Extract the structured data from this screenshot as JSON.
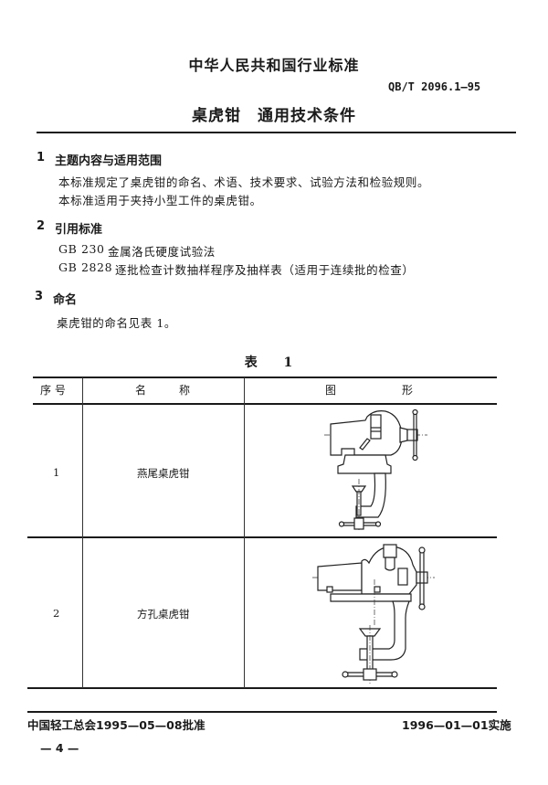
{
  "header": {
    "organization": "中华人民共和国行业标准",
    "standard_code": "QB/T 2096.1—95",
    "title": "桌虎钳　通用技术条件"
  },
  "sections": [
    {
      "number": "1",
      "title": "主题内容与适用范围",
      "paragraphs": [
        "本标准规定了桌虎钳的命名、术语、技术要求、试验方法和检验规则。",
        "本标准适用于夹持小型工件的桌虎钳。"
      ]
    },
    {
      "number": "2",
      "title": "引用标准",
      "references": [
        {
          "code": "GB 230",
          "name": "金属洛氏硬度试验法"
        },
        {
          "code": "GB 2828",
          "name": "逐批检查计数抽样程序及抽样表（适用于连续批的检查）"
        }
      ]
    },
    {
      "number": "3",
      "title": "命名",
      "paragraphs": [
        "桌虎钳的命名见表 1。"
      ]
    }
  ],
  "table": {
    "caption": "表 1",
    "columns": [
      "序  号",
      "名　　　称",
      "图　　　　　　形"
    ],
    "rows": [
      {
        "index": "1",
        "name": "燕尾桌虎钳",
        "figure": "dovetail-table-vise-drawing"
      },
      {
        "index": "2",
        "name": "方孔桌虎钳",
        "figure": "square-hole-table-vise-drawing"
      }
    ]
  },
  "footer": {
    "approval": "中国轻工总会1995—05—08批准",
    "implementation": "1996—01—01实施",
    "page_number": "— 4 —"
  }
}
